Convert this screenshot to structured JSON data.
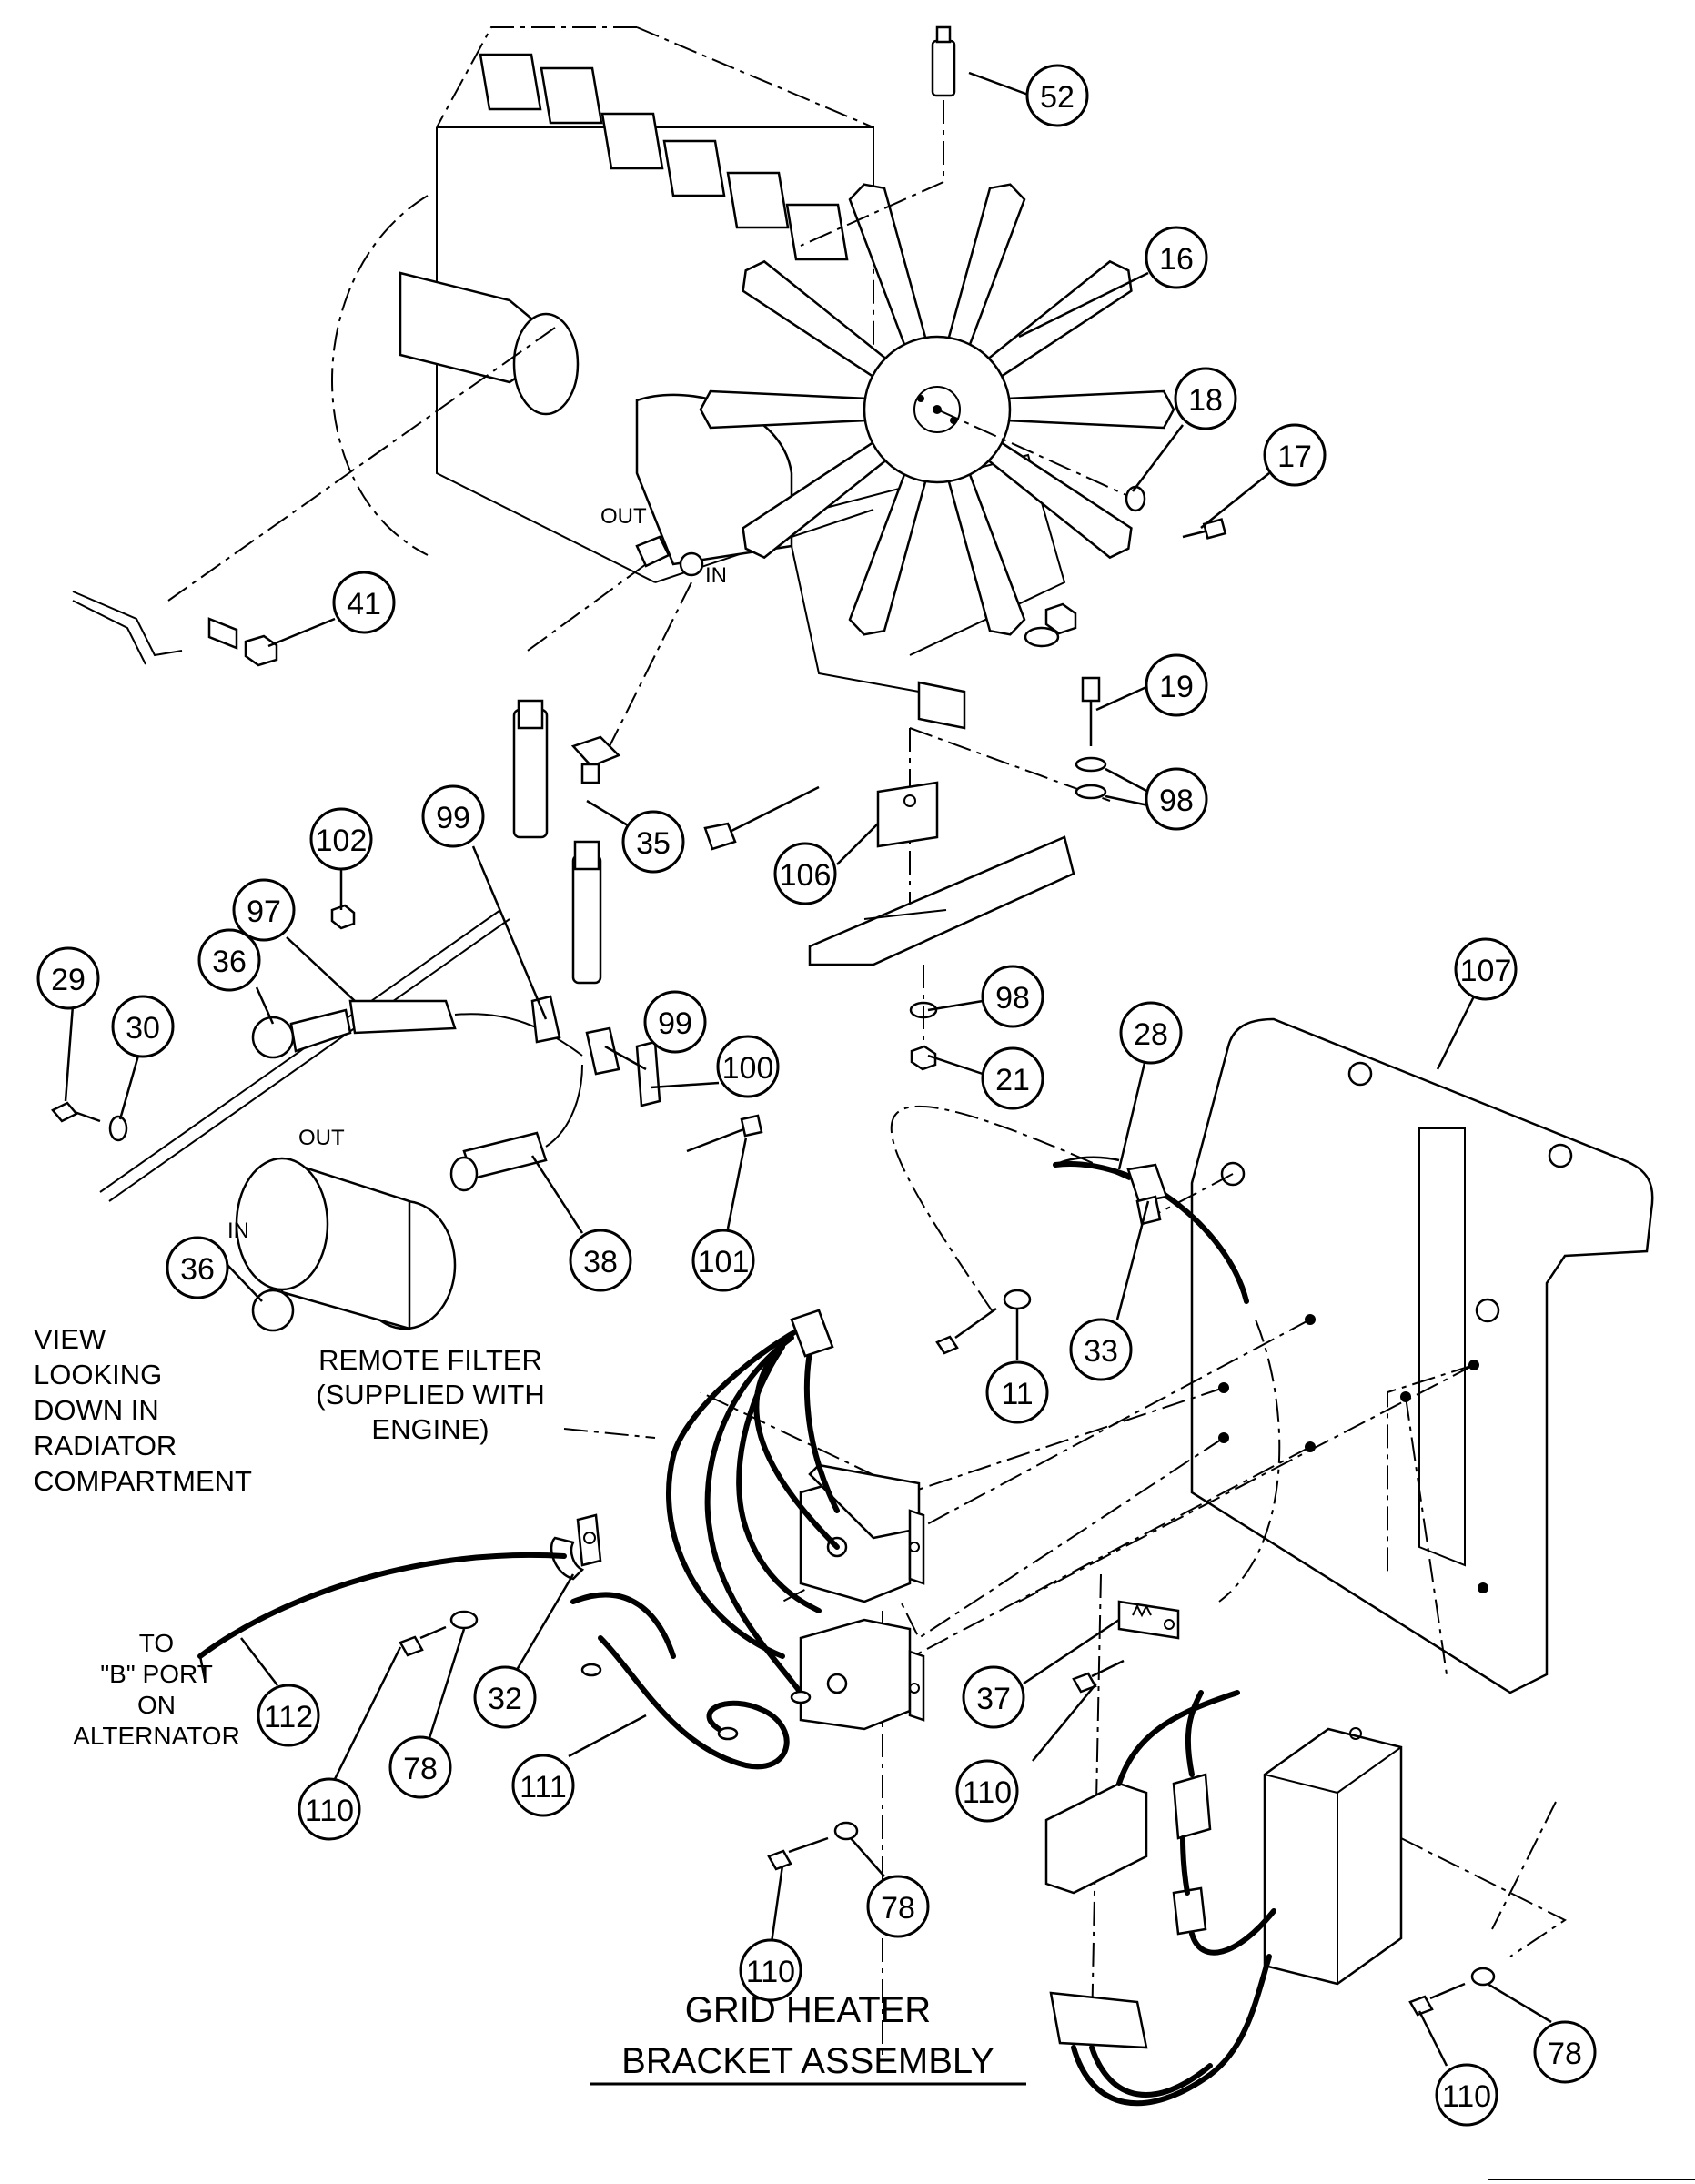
{
  "diagram": {
    "view_note": [
      "VIEW",
      "LOOKING",
      "DOWN IN",
      "RADIATOR",
      "COMPARTMENT"
    ],
    "remote_filter_note": [
      "REMOTE FILTER",
      "(SUPPLIED WITH",
      "ENGINE)"
    ],
    "alternator_note": [
      "TO",
      "\"B\" PORT",
      "ON",
      "ALTERNATOR"
    ],
    "port_labels": {
      "out_top": "OUT",
      "in_top": "IN",
      "out_filter": "OUT",
      "in_filter": "IN"
    },
    "assembly_title": [
      "GRID HEATER",
      "BRACKET ASSEMBLY"
    ],
    "callouts": [
      "52",
      "16",
      "18",
      "17",
      "41",
      "19",
      "98",
      "35",
      "106",
      "98",
      "21",
      "99",
      "102",
      "97",
      "36",
      "29",
      "30",
      "99",
      "100",
      "101",
      "38",
      "36",
      "28",
      "107",
      "33",
      "11",
      "32",
      "112",
      "110",
      "78",
      "111",
      "37",
      "110",
      "110",
      "78",
      "110",
      "78"
    ]
  }
}
